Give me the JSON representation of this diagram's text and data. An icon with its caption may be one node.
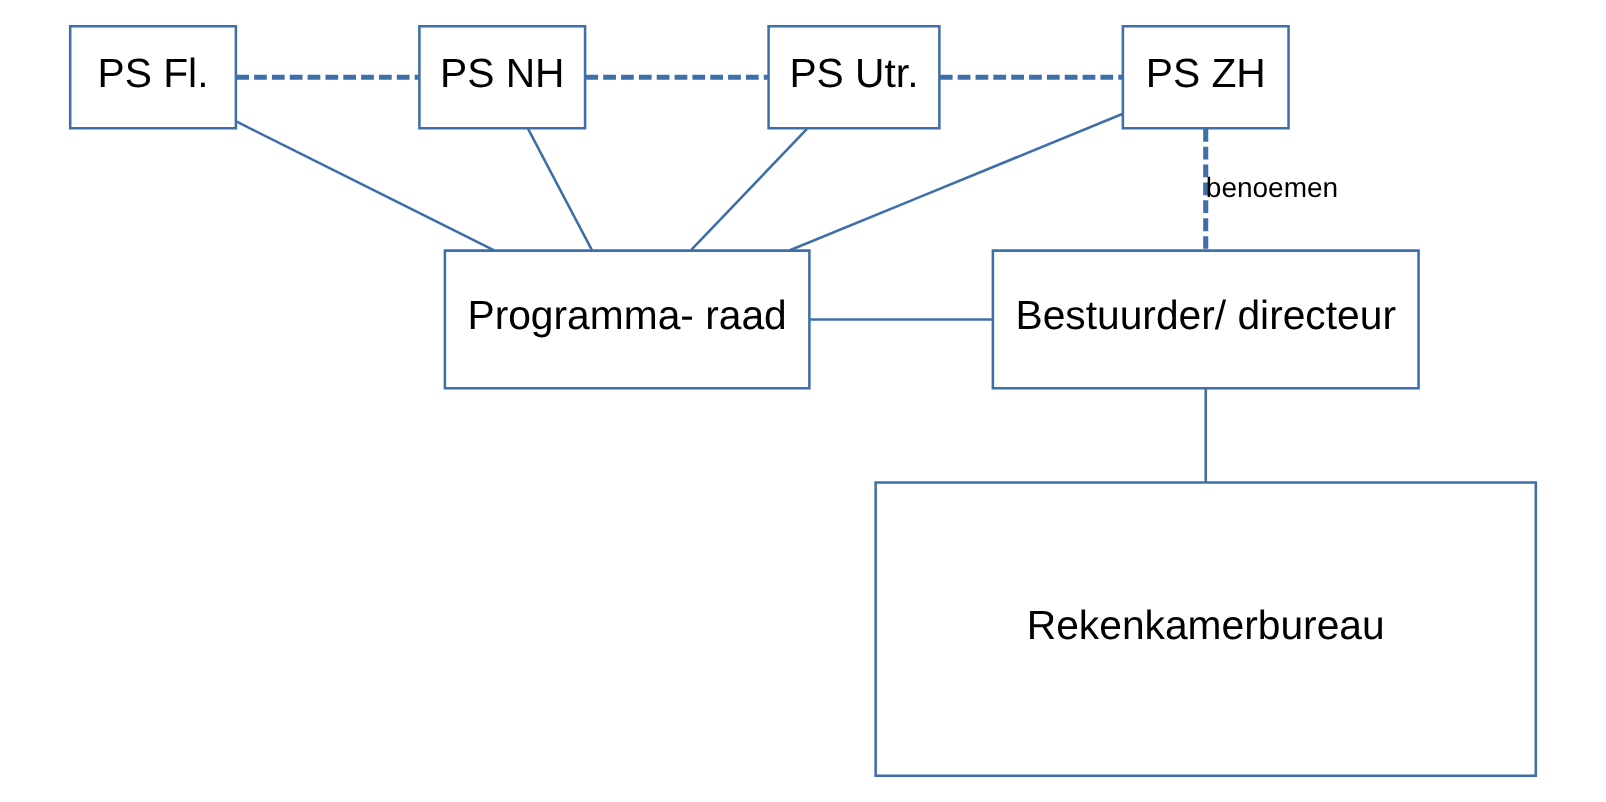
{
  "diagram": {
    "nodes": [
      {
        "text": [
          "PS Fl."
        ]
      },
      {
        "text": [
          "PS NH"
        ]
      },
      {
        "text": [
          "PS Utr."
        ]
      },
      {
        "text": [
          "PS ZH"
        ]
      },
      {
        "text": [
          "Programma- raad"
        ]
      },
      {
        "text": [
          "Bestuurder/ directeur"
        ]
      },
      {
        "text": [
          "Rekenkamerbureau"
        ]
      }
    ],
    "edges": [
      {
        "from": 0,
        "to": 1,
        "arrow": "none",
        "style": "dashed"
      },
      {
        "from": 1,
        "to": 2,
        "arrow": "none",
        "style": "dashed"
      },
      {
        "from": 2,
        "to": 3,
        "arrow": "none",
        "style": "dashed"
      },
      {
        "from": 3,
        "to": 5,
        "arrow": "none",
        "style": "dashed",
        "label": "benoemen"
      },
      {
        "from": 0,
        "to": 4,
        "arrow": "none"
      },
      {
        "from": 1,
        "to": 4,
        "arrow": "none"
      },
      {
        "from": 2,
        "to": 4,
        "arrow": "none"
      },
      {
        "from": 3,
        "to": 4,
        "arrow": "none"
      },
      {
        "from": 4,
        "to": 5,
        "arrow": "none"
      },
      {
        "from": 5,
        "to": 6,
        "arrow": "none"
      }
    ]
  }
}
